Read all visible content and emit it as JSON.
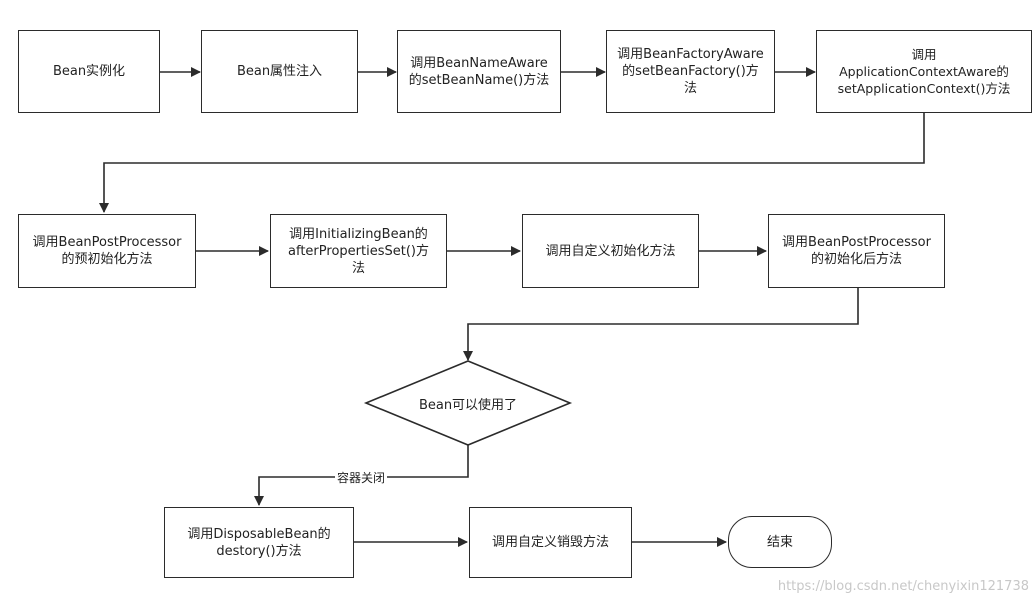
{
  "nodes": {
    "n1": "Bean实例化",
    "n2": "Bean属性注入",
    "n3": "调用BeanNameAware\n的setBeanName()方法",
    "n4": "调用BeanFactoryAware\n的setBeanFactory()方\n法",
    "n5": "调用\nApplicationContextAware的\nsetApplicationContext()方法",
    "n6": "调用BeanPostProcessor\n的预初始化方法",
    "n7": "调用InitializingBean的\nafterPropertiesSet()方\n法",
    "n8": "调用自定义初始化方法",
    "n9": "调用BeanPostProcessor\n的初始化后方法",
    "decision": "Bean可以使用了",
    "n10": "调用DisposableBean的\ndestory()方法",
    "n11": "调用自定义销毁方法",
    "end": "结束"
  },
  "edge_labels": {
    "close": "容器关闭"
  },
  "watermark": "https://blog.csdn.net/chenyixin121738",
  "colors": {
    "line": "#2b2b2b",
    "watermark": "#c8c8c8"
  }
}
